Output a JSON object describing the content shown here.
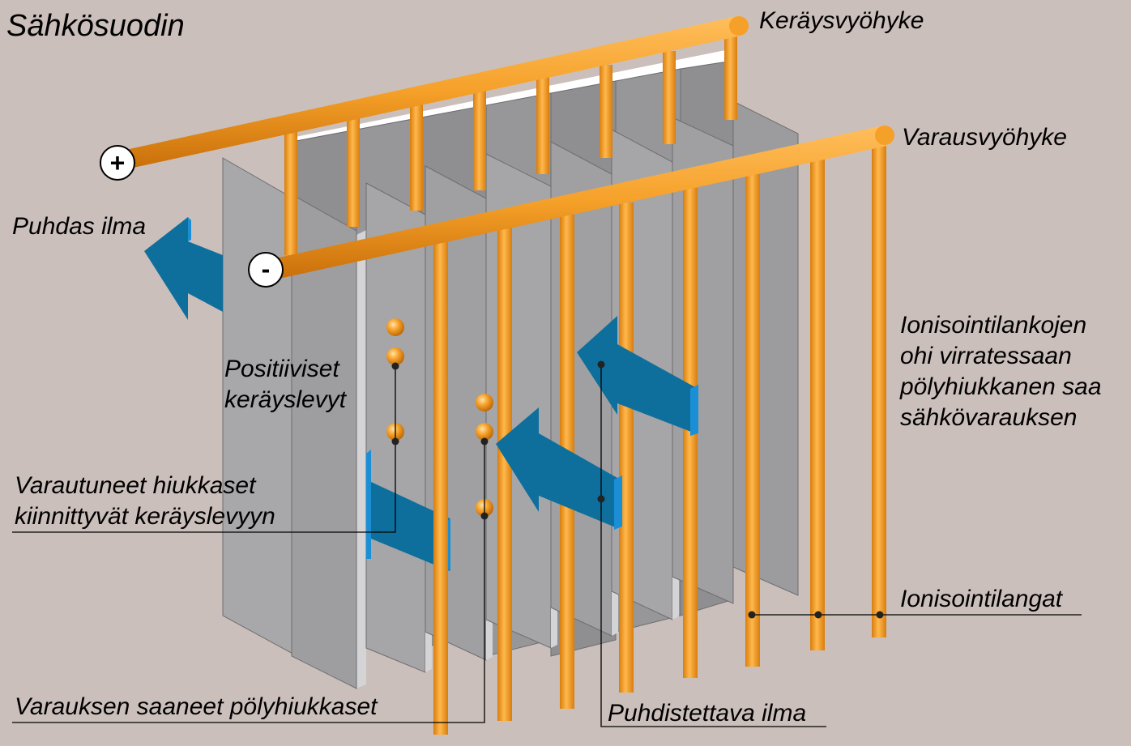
{
  "title": "Sähkösuodin",
  "labels": {
    "collection_zone": "Keräysvyöhyke",
    "charging_zone": "Varausvyöhyke",
    "clean_air": "Puhdas ilma",
    "positive_plates_1": "Positiiviset",
    "positive_plates_2": "keräyslevyt",
    "charged_particles_1": "Varautuneet hiukkaset",
    "charged_particles_2": "kiinnittyvät keräyslevyyn",
    "ionization_desc_1": "Ionisointilankojen",
    "ionization_desc_2": "ohi virratessaan",
    "ionization_desc_3": "pölyhiukkanen saa",
    "ionization_desc_4": "sähkövarauksen",
    "ionization_wires": "Ionisointilangat",
    "charged_dust": "Varauksen saaneet pölyhiukkaset",
    "air_to_clean": "Puhdistettava ilma"
  },
  "polarity": {
    "plus": "+",
    "minus": "-"
  },
  "colors": {
    "background": "#cbbfbb",
    "plate_front": "#a9a9ab",
    "plate_edge": "#d3d3d5",
    "plate_back": "#8e8e90",
    "wire": "#f29a1d",
    "wire_highlight": "#ffc668",
    "arrow": "#0e6f9c",
    "arrow_edge": "#1a8fd6",
    "window": "#ffffff"
  },
  "icons": [
    "plus-terminal-icon",
    "minus-terminal-icon",
    "airflow-arrow-icon",
    "dust-particle-icon"
  ]
}
